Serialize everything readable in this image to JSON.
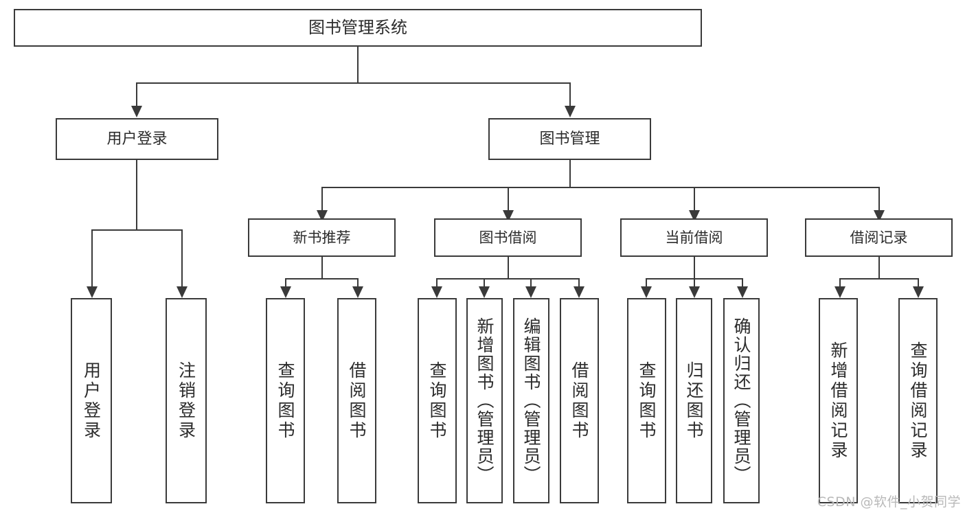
{
  "diagram": {
    "title": "图书管理系统",
    "type": "tree-hierarchy-chart",
    "accent_color": "#3a3a3a",
    "background_color": "#ffffff",
    "text_color": "#2b2b2b"
  },
  "root": {
    "label": "图书管理系统"
  },
  "level2": [
    {
      "id": "user-login",
      "label": "用户登录"
    },
    {
      "id": "book-manage",
      "label": "图书管理"
    }
  ],
  "level3": [
    {
      "id": "new-book-rec",
      "label": "新书推荐"
    },
    {
      "id": "book-borrow",
      "label": "图书借阅"
    },
    {
      "id": "current-borrow",
      "label": "当前借阅"
    },
    {
      "id": "borrow-record",
      "label": "借阅记录"
    }
  ],
  "leaves": {
    "user_login": [
      {
        "id": "leaf-user-login",
        "label": "用户登录"
      },
      {
        "id": "leaf-logout",
        "label": "注销登录"
      }
    ],
    "new_book_rec": [
      {
        "id": "leaf-query-book-1",
        "label": "查询图书"
      },
      {
        "id": "leaf-borrow-book-1",
        "label": "借阅图书"
      }
    ],
    "book_borrow": [
      {
        "id": "leaf-query-book-2",
        "label": "查询图书"
      },
      {
        "id": "leaf-add-book",
        "label": "新增图书（管理员）"
      },
      {
        "id": "leaf-edit-book",
        "label": "编辑图书（管理员）"
      },
      {
        "id": "leaf-borrow-book-2",
        "label": "借阅图书"
      }
    ],
    "current_borrow": [
      {
        "id": "leaf-query-book-3",
        "label": "查询图书"
      },
      {
        "id": "leaf-return-book",
        "label": "归还图书"
      },
      {
        "id": "leaf-confirm-return",
        "label": "确认归还（管理员）"
      }
    ],
    "borrow_record": [
      {
        "id": "leaf-add-record",
        "label": "新增借阅记录"
      },
      {
        "id": "leaf-query-record",
        "label": "查询借阅记录"
      }
    ]
  },
  "watermark": {
    "text": "CSDN @软件_小贺同学"
  }
}
